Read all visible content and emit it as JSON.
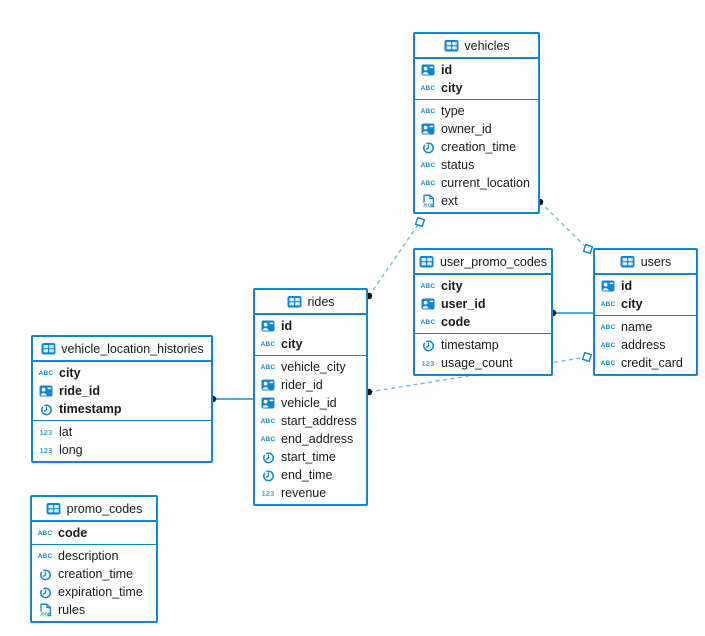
{
  "diagram": {
    "accent_color": "#0f86cf",
    "relation_dashed_line_color": "#6cb2e0",
    "relation_solid_line_color": "#1d8ad2",
    "marker_dot_color": "#141414",
    "tables": [
      {
        "name": "vehicles",
        "key_columns": [
          {
            "name": "id",
            "type": "id"
          },
          {
            "name": "city",
            "type": "text"
          }
        ],
        "columns": [
          {
            "name": "type",
            "type": "text"
          },
          {
            "name": "owner_id",
            "type": "id"
          },
          {
            "name": "creation_time",
            "type": "time"
          },
          {
            "name": "status",
            "type": "text"
          },
          {
            "name": "current_location",
            "type": "text"
          },
          {
            "name": "ext",
            "type": "json"
          }
        ]
      },
      {
        "name": "user_promo_codes",
        "key_columns": [
          {
            "name": "city",
            "type": "text"
          },
          {
            "name": "user_id",
            "type": "id"
          },
          {
            "name": "code",
            "type": "text"
          }
        ],
        "columns": [
          {
            "name": "timestamp",
            "type": "time"
          },
          {
            "name": "usage_count",
            "type": "number"
          }
        ]
      },
      {
        "name": "users",
        "key_columns": [
          {
            "name": "id",
            "type": "id"
          },
          {
            "name": "city",
            "type": "text"
          }
        ],
        "columns": [
          {
            "name": "name",
            "type": "text"
          },
          {
            "name": "address",
            "type": "text"
          },
          {
            "name": "credit_card",
            "type": "text"
          }
        ]
      },
      {
        "name": "rides",
        "key_columns": [
          {
            "name": "id",
            "type": "id"
          },
          {
            "name": "city",
            "type": "text"
          }
        ],
        "columns": [
          {
            "name": "vehicle_city",
            "type": "text"
          },
          {
            "name": "rider_id",
            "type": "id"
          },
          {
            "name": "vehicle_id",
            "type": "id"
          },
          {
            "name": "start_address",
            "type": "text"
          },
          {
            "name": "end_address",
            "type": "text"
          },
          {
            "name": "start_time",
            "type": "time"
          },
          {
            "name": "end_time",
            "type": "time"
          },
          {
            "name": "revenue",
            "type": "number"
          }
        ]
      },
      {
        "name": "vehicle_location_histories",
        "key_columns": [
          {
            "name": "city",
            "type": "text"
          },
          {
            "name": "ride_id",
            "type": "id"
          },
          {
            "name": "timestamp",
            "type": "time"
          }
        ],
        "columns": [
          {
            "name": "lat",
            "type": "number"
          },
          {
            "name": "long",
            "type": "number"
          }
        ]
      },
      {
        "name": "promo_codes",
        "key_columns": [
          {
            "name": "code",
            "type": "text"
          }
        ],
        "columns": [
          {
            "name": "description",
            "type": "text"
          },
          {
            "name": "creation_time",
            "type": "time"
          },
          {
            "name": "expiration_time",
            "type": "time"
          },
          {
            "name": "rules",
            "type": "json"
          }
        ]
      }
    ],
    "relations": [
      {
        "from": "vehicles",
        "to": "users"
      },
      {
        "from": "rides",
        "to": "vehicles"
      },
      {
        "from": "rides",
        "to": "users"
      },
      {
        "from": "user_promo_codes",
        "to": "users"
      },
      {
        "from": "vehicle_location_histories",
        "to": "rides"
      }
    ],
    "icon_types": {
      "table": "table-icon",
      "id": "id-badge-icon",
      "text": "abc-text-icon",
      "time": "clock-icon",
      "number": "number-123-icon",
      "json": "json-icon"
    }
  }
}
